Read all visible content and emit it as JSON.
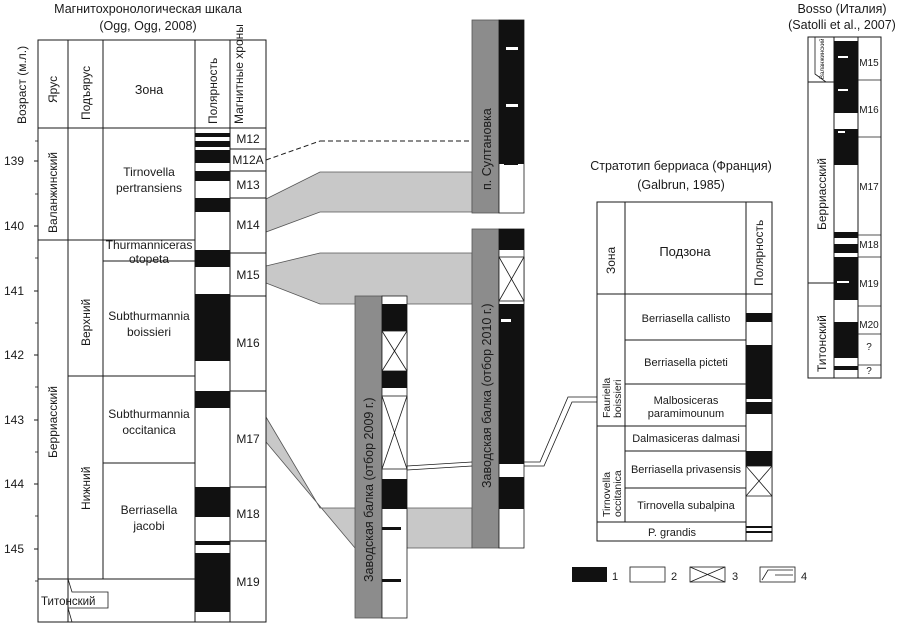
{
  "scale": {
    "title": "Магнитохронологическая шкала",
    "source": "(Ogg, Ogg, 2008)",
    "headers": {
      "age": "Возраст (м.л.)",
      "stage": "Ярус",
      "substage": "Подъярус",
      "zone": "Зона",
      "polarity": "Полярность",
      "chrons": "Магнитные хроны"
    },
    "ages": [
      "139",
      "140",
      "141",
      "142",
      "143",
      "144",
      "145"
    ],
    "stages": [
      "Валанжинский",
      "Берриасский",
      "Титонский"
    ],
    "substages": [
      "Верхний",
      "Нижний"
    ],
    "zones": [
      "Tirnovella pertransiens",
      "Thurmanniceras otopeta",
      "Subthurmannia boissieri",
      "Subthurmannia occitanica",
      "Berriasella jacobi"
    ],
    "chrons": [
      "M12",
      "M12A",
      "M13",
      "M14",
      "M15",
      "M16",
      "M17",
      "M18",
      "M19"
    ]
  },
  "sections": {
    "sultanovka": "п. Султановка",
    "zav2009": "Заводская балка (отбор 2009 г.)",
    "zav2010": "Заводская балка (отбор 2010 г.)"
  },
  "stratotype": {
    "title": "Стратотип берриаса (Франция)",
    "source": "(Galbrun, 1985)",
    "headers": {
      "zone": "Зона",
      "subzone": "Подзона",
      "polarity": "Полярность"
    },
    "zones": [
      "Fauriella boissieri",
      "Tirnovella occitanica"
    ],
    "subzones": [
      "Berriasella callisto",
      "Berriasella picteti",
      "Malbosiceras paramimounum",
      "Dalmasiceras dalmasi",
      "Berriasella privasensis",
      "Tirnovella subalpina",
      "P. grandis"
    ]
  },
  "bosso": {
    "title": "Bosso (Италия)",
    "source": "(Satolli et al., 2007)",
    "stages": [
      "Валанжинский",
      "Берриасский",
      "Титонский"
    ],
    "chrons": [
      "M15",
      "M16",
      "M17",
      "M18",
      "M19",
      "M20",
      "?",
      "?"
    ]
  },
  "legend": [
    "1",
    "2",
    "3",
    "4"
  ]
}
